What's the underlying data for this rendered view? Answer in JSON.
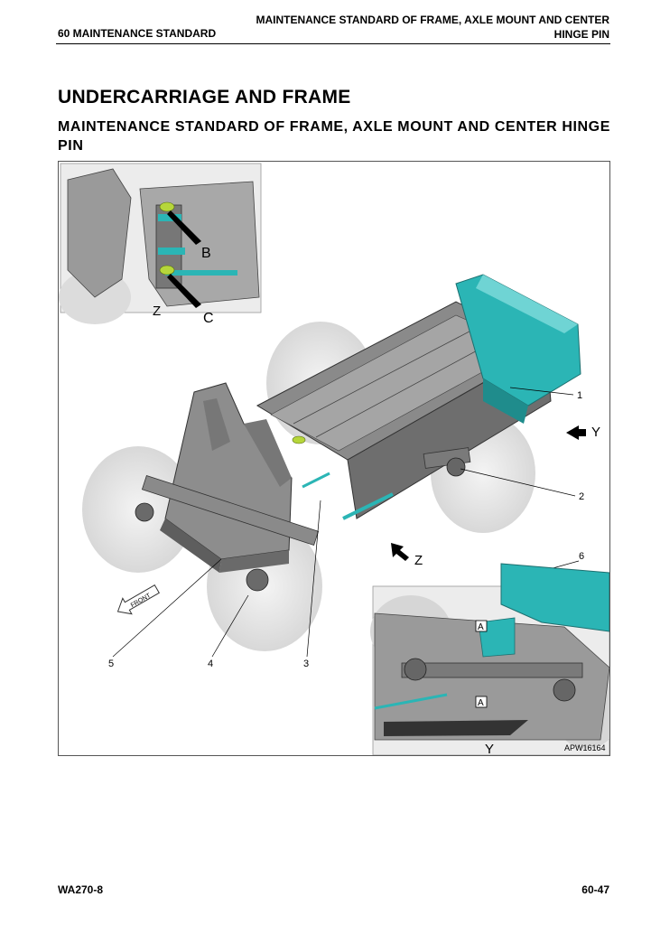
{
  "header": {
    "section": "60 MAINTENANCE STANDARD",
    "title_line1": "MAINTENANCE STANDARD OF FRAME, AXLE MOUNT AND CENTER",
    "title_line2": "HINGE PIN"
  },
  "heading": {
    "main": "UNDERCARRIAGE AND FRAME",
    "sub": "MAINTENANCE STANDARD OF FRAME, AXLE MOUNT AND CENTER HINGE PIN"
  },
  "figure": {
    "view_labels": {
      "b": "B",
      "c": "C",
      "z_inset": "Z",
      "y_arrow": "Y",
      "z_arrow": "Z",
      "a_top": "A",
      "a_bottom": "A",
      "y_inset": "Y"
    },
    "front_label": "FRONT",
    "callouts": [
      "1",
      "2",
      "3",
      "4",
      "5",
      "6"
    ],
    "code": "APW16164",
    "colors": {
      "frame": "#8a8a8a",
      "frame_dark": "#555555",
      "highlight": "#2bb5b5",
      "wheel": "#e6e6e6",
      "pin": "#b6d63a"
    }
  },
  "footer": {
    "model": "WA270-8",
    "page": "60-47"
  }
}
